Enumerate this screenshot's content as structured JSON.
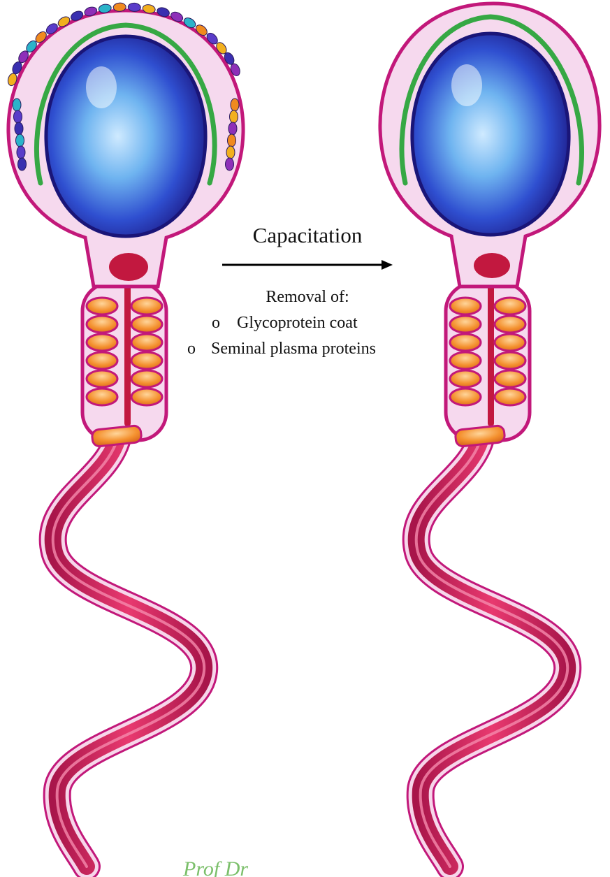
{
  "process_label": "Capacitation",
  "removal_heading": "Removal of:",
  "removed_items": [
    {
      "bullet": "o",
      "text": "Glycoprotein coat"
    },
    {
      "bullet": "o",
      "text": "Seminal plasma proteins"
    }
  ],
  "watermark": "Prof Dr",
  "colors": {
    "membrane": "#c2187a",
    "cytoplasm": "#f6d9ee",
    "nucleus_dark": "#211b8c",
    "nucleus_light": "#7ec3f2",
    "acrosome": "#36a844",
    "neck": "#c2183f",
    "mitochondria": "#f28b33",
    "tail": "#d4245f",
    "arrow": "#000000",
    "watermark": "#7bbf6a"
  },
  "icons": [
    "sperm-before-icon",
    "sperm-after-icon",
    "arrow-right-icon",
    "coat-particle-icon"
  ]
}
